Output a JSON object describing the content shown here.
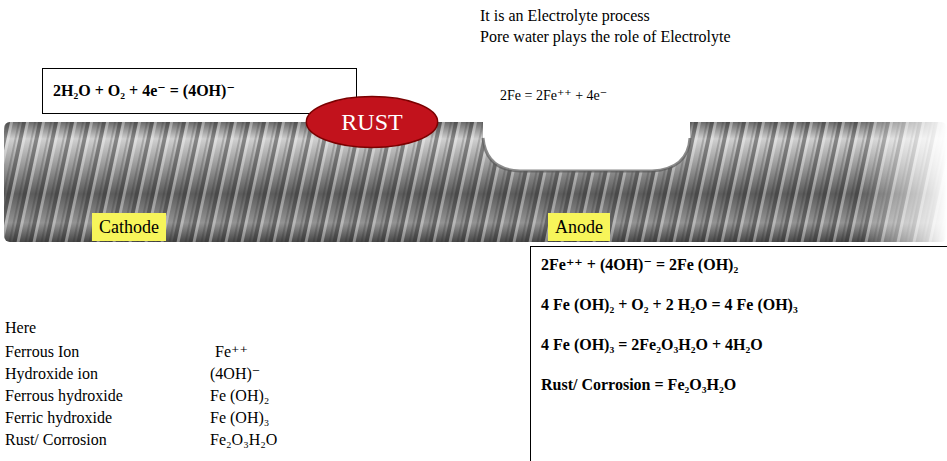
{
  "diagram": {
    "nodes": [
      {
        "text": [
          "2H₂O + O₂ + 4e⁻ = (4OH)⁻"
        ]
      },
      {
        "text": [
          "RUST"
        ]
      },
      {
        "text": [
          "Cathode"
        ]
      },
      {
        "text": [
          "Anode"
        ]
      },
      {
        "text": [
          "2Fe⁺⁺ + (4OH)⁻ = 2Fe (OH)₂",
          "4 Fe (OH)₂ + O₂ + 2 H₂O = 4 Fe (OH)₃",
          "4 Fe (OH)₃ = 2Fe₂O₃H₂O + 4H₂O",
          "Rust/ Corrosion = Fe₂O₃H₂O"
        ]
      }
    ],
    "labels": [
      "It is an Electrolyte process",
      "Pore water plays the role of Electrolyte",
      "2Fe = 2Fe⁺⁺ + 4e⁻",
      "Here",
      "Ferrous Ion",
      "Fe⁺⁺",
      "Hydroxide ion",
      "(4OH)⁻",
      "Ferrous hydroxide",
      "Fe (OH)₂",
      "Ferric hydroxide",
      "Fe (OH)₃",
      "Rust/ Corrosion",
      "Fe₂O₃H₂O"
    ]
  }
}
